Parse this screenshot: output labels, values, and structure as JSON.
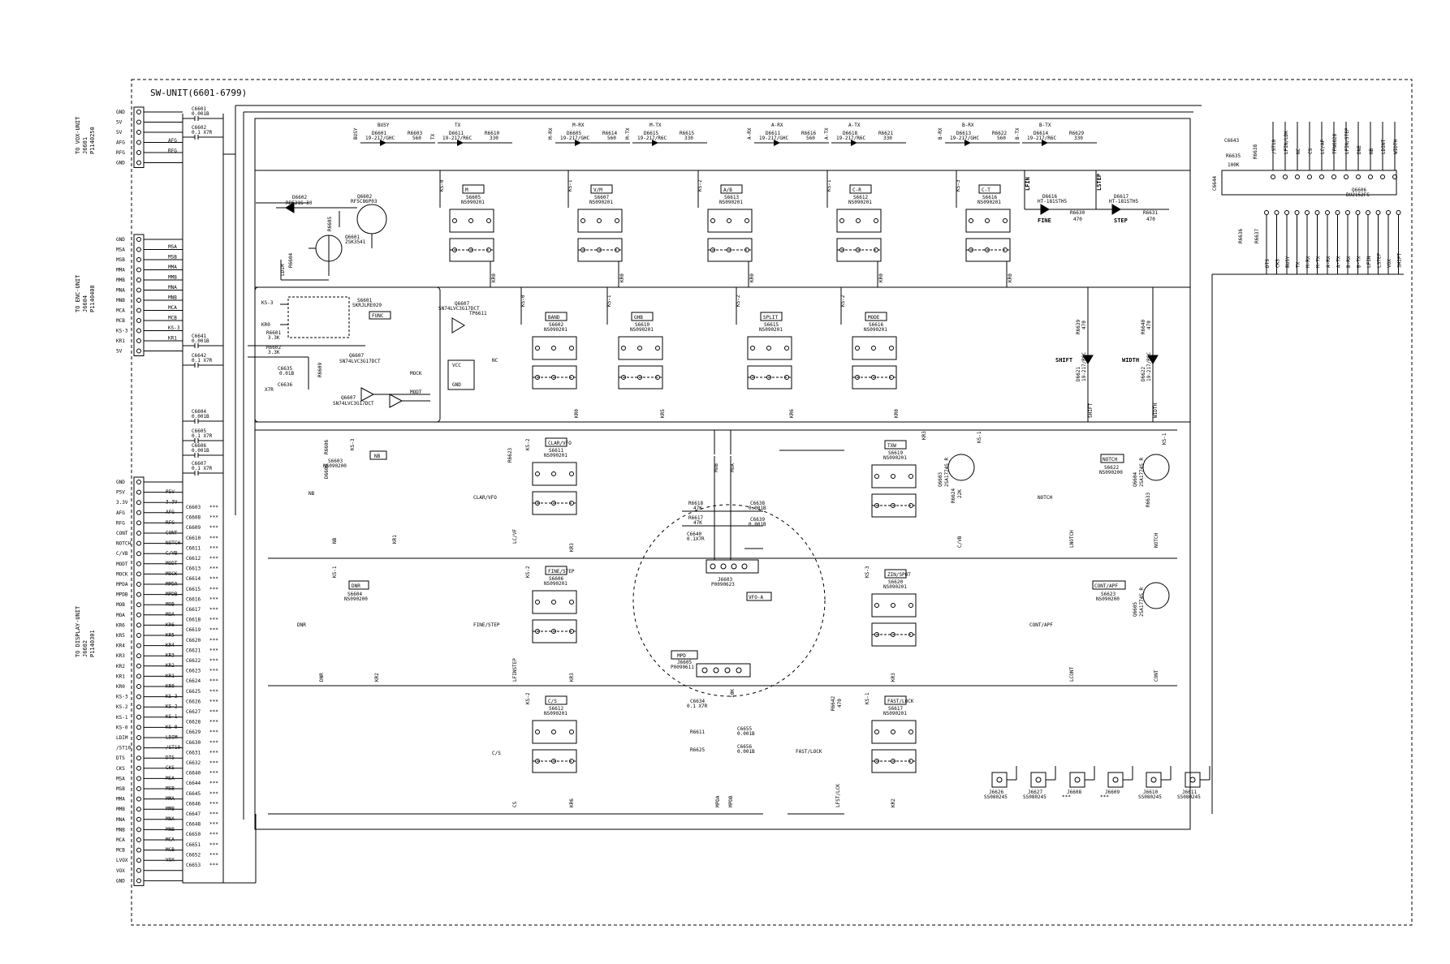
{
  "sheet": {
    "unit_title": "SW-UNIT(6601-6799)",
    "connectors": {
      "vox": {
        "label_lines": [
          "TO VOX-UNIT",
          "J6601",
          "P1140250"
        ],
        "pins": [
          "GND",
          "5V",
          "5V",
          "AFG",
          "RFG",
          "GND"
        ],
        "nets": [
          "AFG",
          "RFG"
        ]
      },
      "enc": {
        "label_lines": [
          "TO ENC-UNIT",
          "J6604",
          "P1140408"
        ],
        "pins": [
          "GND",
          "MSA",
          "MSB",
          "MMA",
          "MMB",
          "MNA",
          "MNB",
          "MCA",
          "MCB",
          "KS-3",
          "KR1",
          "5V"
        ],
        "nets": [
          "MSA",
          "MSB",
          "MMA",
          "MMB",
          "MNA",
          "MNB",
          "MCA",
          "MCB",
          "KS-3",
          "KR1"
        ]
      },
      "display": {
        "label_lines": [
          "TO DISPLAY-UNIT",
          "J6602",
          "P1140301"
        ],
        "pins": [
          "GND",
          "P5V",
          "3.3V",
          "AFG",
          "RFG",
          "CONT",
          "NOTCH",
          "C/VB",
          "MODT",
          "MOCK",
          "MPDA",
          "MPDB",
          "MOB",
          "MOA",
          "KR6",
          "KR5",
          "KR4",
          "KR3",
          "KR2",
          "KR1",
          "KR0",
          "KS-3",
          "KS-2",
          "KS-1",
          "KS-0",
          "LDIM",
          "/ST10",
          "DTS",
          "CKS",
          "MSA",
          "MSB",
          "MMA",
          "MMB",
          "MNA",
          "MNB",
          "MCA",
          "MCB",
          "LVOX",
          "VOX",
          "GND"
        ],
        "nets": [
          "P5V",
          "3.3V",
          "AFG",
          "RFG",
          "CONT",
          "NOTCH",
          "C/VB",
          "MODT",
          "MOCK",
          "MPDA",
          "MPDB",
          "MOB",
          "MOA",
          "KR6",
          "KR5",
          "KR4",
          "KR3",
          "KR2",
          "KR1",
          "KR0",
          "KS-3",
          "KS-2",
          "KS-1",
          "KS-0",
          "LDIM",
          "/ST10",
          "DTS",
          "CKS",
          "MSA",
          "MSB",
          "MMA",
          "MMB",
          "MNA",
          "MNB",
          "MCA",
          "MCB",
          "VOX"
        ],
        "caps": [
          "C6603",
          "C6608",
          "C6609",
          "C6610",
          "C6611",
          "C6612",
          "C6613",
          "C6614",
          "C6615",
          "C6616",
          "C6617",
          "C6618",
          "C6619",
          "C6620",
          "C6621",
          "C6622",
          "C6623",
          "C6624",
          "C6625",
          "C6626",
          "C6627",
          "C6628",
          "C6629",
          "C6630",
          "C6631",
          "C6632",
          "C6640",
          "C6644",
          "C6645",
          "C6646",
          "C6647",
          "C6648",
          "C6650",
          "C6651",
          "C6652",
          "C6653"
        ],
        "cap_value": "***"
      }
    },
    "side_caps": [
      {
        "ref": "C6601",
        "val": "0.001B"
      },
      {
        "ref": "C6602",
        "val": "0.1 X7R"
      },
      {
        "ref": "C6641",
        "val": "0.001B"
      },
      {
        "ref": "C6642",
        "val": "0.1 X7R"
      },
      {
        "ref": "C6604",
        "val": "0.001B"
      },
      {
        "ref": "C6605",
        "val": "0.1 X7R"
      },
      {
        "ref": "C6606",
        "val": "0.001B"
      },
      {
        "ref": "C6607",
        "val": "0.1 X7R"
      }
    ],
    "top_leds": [
      {
        "net": "BUSY",
        "label": "BUSY",
        "ref": "D6601",
        "part": "19-217/GHC",
        "res": "R6603",
        "res_val": "560"
      },
      {
        "net": "TX",
        "label": "TX",
        "ref": "D6611",
        "part": "19-217/R6C",
        "res": "R6610",
        "res_val": "330"
      },
      {
        "net": "M-RX",
        "label": "M-RX",
        "ref": "D6605",
        "part": "19-217/GHC",
        "res": "R6614",
        "res_val": "560"
      },
      {
        "net": "M-TX",
        "label": "M-TX",
        "ref": "D6615",
        "part": "19-217/R6C",
        "res": "R6615",
        "res_val": "330"
      },
      {
        "net": "A-RX",
        "label": "A-RX",
        "ref": "D6611",
        "part": "19-217/GHC",
        "res": "R6616",
        "res_val": "560"
      },
      {
        "net": "A-TX",
        "label": "A-TX",
        "ref": "D6618",
        "part": "19-217/R6C",
        "res": "R6621",
        "res_val": "330"
      },
      {
        "net": "B-RX",
        "label": "B-RX",
        "ref": "D6613",
        "part": "19-217/GHC",
        "res": "R6622",
        "res_val": "560"
      },
      {
        "net": "B-TX",
        "label": "B-TX",
        "ref": "D6614",
        "part": "19-217/R6C",
        "res": "R6629",
        "res_val": "330"
      }
    ],
    "row1_switches": [
      {
        "ks": "KS-0",
        "name": "M",
        "ref": "S6605",
        "part": "NS090201",
        "kr": "KR0"
      },
      {
        "ks": "KS-1",
        "name": "V/M",
        "ref": "S6607",
        "part": "NS090201",
        "kr": "KR0"
      },
      {
        "ks": "KS-2",
        "name": "A/B",
        "ref": "S6613",
        "part": "NS090201",
        "kr": "KR0"
      },
      {
        "ks": "KS-1",
        "name": "C-R",
        "ref": "S6612",
        "part": "NS090201",
        "kr": "KR0"
      },
      {
        "ks": "KS-3",
        "name": "C-T",
        "ref": "S6616",
        "part": "NS090201",
        "kr": "KR0"
      }
    ],
    "row1_misc": {
      "d6602": {
        "ref": "D6602",
        "part": "RB521S-30"
      },
      "q6602": {
        "ref": "Q6602",
        "part": "RF5C86P03"
      },
      "q6601": {
        "ref": "Q6601",
        "part": "2SK3541"
      },
      "r6605": "R6605",
      "r6604": "R6604",
      "ldim": "LDIM",
      "lfin": "LFIN",
      "lstep": "LSTEP",
      "fine": {
        "ref": "D6616",
        "part": "HT-181STH5",
        "label": "FINE",
        "res": "R6630",
        "val": "470"
      },
      "step": {
        "ref": "D6617",
        "part": "HT-181STH5",
        "label": "STEP",
        "res": "R6631",
        "val": "470"
      }
    },
    "ic6606": {
      "ref": "Q6606",
      "part": "BU2152FS",
      "top_pins": [
        "/ST10",
        "LFIN/LDK",
        "NC",
        "CS",
        "LC/AF",
        "TFN6628",
        "LFIN/STEP",
        "DNE",
        "NB",
        "LDINT",
        "WIDTH"
      ],
      "bottom_pins": [
        "DTS",
        "CKS",
        "BUSY",
        "TX",
        "M-RX",
        "M-TX",
        "A-RX",
        "A-TX",
        "B-RX",
        "B-TX",
        "LFIN",
        "LSTEP",
        "VOX",
        "SHIFT"
      ],
      "caps": [
        "C6643",
        "C6644"
      ],
      "res": [
        "R6635",
        "R6636",
        "R6637",
        "R6638"
      ],
      "res_val": "100K"
    },
    "row2": {
      "ks3": "KS-3",
      "kr0": "KR0",
      "s6601": {
        "ref": "S6601",
        "part": "SKRJLRE029",
        "label": "FUNC"
      },
      "r6601": {
        "ref": "R6601",
        "val": "3.3K"
      },
      "r6602": {
        "ref": "R6602",
        "val": "3.3K"
      },
      "c6635": {
        "ref": "C6635",
        "val": "0.01B"
      },
      "c6636": {
        "ref": "C6636",
        "val": "X7R"
      },
      "r6609": "R6609",
      "q6607a": {
        "ref": "Q6607",
        "part": "SN74LVC3G17DCT"
      },
      "q6607b": {
        "ref": "Q6607",
        "part": "SN74LVC3G17DCT"
      },
      "q6607c": {
        "ref": "Q6607",
        "part": "SN74LVC3G17DCT"
      },
      "tp6611": "TP6611",
      "vcc": "VCC",
      "gnd": "GND",
      "mock": "MOCK",
      "modt": "MODT",
      "nc": "NC",
      "switches": [
        {
          "ks": "KS-0",
          "name": "BAND",
          "ref": "S6602",
          "part": "NS090201",
          "kr": "KR0"
        },
        {
          "ks": "KS-1",
          "name": "GHB",
          "ref": "S6610",
          "part": "NS090201",
          "kr": "KR5"
        },
        {
          "ks": "KS-2",
          "name": "SPLIT",
          "ref": "S6615",
          "part": "NS090201",
          "kr": "KR6"
        },
        {
          "ks": "KS-2",
          "name": "MODE",
          "ref": "S6616",
          "part": "NS090201",
          "kr": "KR0"
        }
      ],
      "shift": {
        "label": "SHIFT",
        "ref": "D6621",
        "part": "19-217/R6C",
        "res": "R6639",
        "val": "470"
      },
      "width": {
        "label": "WIDTH",
        "ref": "D6622",
        "part": "19-217/R6C",
        "res": "R6640",
        "val": "470"
      }
    },
    "row3": {
      "nb": {
        "ks": "KS-3",
        "name": "NB",
        "ref": "S6603",
        "part": "NS090200",
        "led": "D6606",
        "led_part": "19-217/R6C",
        "res": "R6606",
        "kr": "KR1"
      },
      "clarvfo": {
        "ks": "KS-2",
        "name": "CLAR/VFO",
        "ref": "S6611",
        "part": "NS090201",
        "kr": "KR3",
        "res": "R6623",
        "led_label": "CLAR/VFO",
        "net": "LC/VF"
      },
      "vr": {
        "r6618": "R6618",
        "r6618v": "47K",
        "r6617": "R6617",
        "r6617v": "47K",
        "c6640": "C6640",
        "c6640v": "0.1X7R",
        "c6638": "C6638",
        "c6638v": "0.001B",
        "c6639": "C6639",
        "c6639v": "0.001B",
        "mob": "MOB",
        "moa": "MOA",
        "j6603": "J6603",
        "j6603p": "P0090623",
        "vfo": "VFO-A"
      },
      "txw": {
        "name": "TXW",
        "ref": "S6619",
        "part": "NS090201",
        "kr": "KR3",
        "ks": "KS-1",
        "q": "Q6603",
        "q_part": "2SA1774S_R",
        "res": "R6624",
        "res_val": "22K"
      },
      "notch": {
        "name": "NOTCH",
        "ref": "S6622",
        "part": "NS090200",
        "led_label": "NOTCH",
        "net": "LNOTCH",
        "q": "Q6604",
        "q_part": "2SA1774S_R",
        "res": "R6633",
        "ks": "KS-1"
      },
      "cvb": "C/VB"
    },
    "row4": {
      "dnr": {
        "ks": "KS-1",
        "name": "DNR",
        "ref": "S6604",
        "part": "NS090200",
        "led_label": "DNR",
        "kr": "KR2"
      },
      "finestep": {
        "ks": "KS-2",
        "name": "FINE/STEP",
        "ref": "S6606",
        "part": "NS090201",
        "led_label": "FINE/STEP",
        "net": "LFINSTEP",
        "kr": "KR3"
      },
      "zin": {
        "ks": "KS-3",
        "name": "ZIN/SPOT",
        "ref": "S6620",
        "part": "NS090201",
        "kr": "KR3"
      },
      "contapf": {
        "name": "CONT/APF",
        "ref": "S6623",
        "part": "NS090200",
        "led_label": "CONT/APF",
        "net": "LCONT",
        "q": "Q6605",
        "q_part": "2SA1774S_R",
        "net2": "CONT"
      },
      "mpd": {
        "label": "MPD",
        "ref": "J6605",
        "part": "P0090611"
      }
    },
    "row5": {
      "cs": {
        "ks": "KS-2",
        "name": "C/S",
        "ref": "S6612",
        "part": "NS090201",
        "led_label": "C/S",
        "kr": "KR6",
        "net": "CS"
      },
      "mpd_parts": {
        "c6634": "C6634",
        "c6634v": "0.1 X7R",
        "r6611": "R6611",
        "r6625": "R6625",
        "c6655": "C6655",
        "c6655v": "0.001B",
        "c6656": "C6656",
        "c6656v": "0.001B",
        "r10k": "10K",
        "mpda": "MPDA",
        "mpdb": "MPDB"
      },
      "fastlock": {
        "ks": "KS-1",
        "name": "FAST/LOCK",
        "ref": "S6617",
        "part": "NS090201",
        "led_label": "FAST/LOCK",
        "net": "LFST/LCK",
        "kr": "KR2",
        "res": "R6642",
        "res_val": "470"
      }
    },
    "jumpers": [
      {
        "ref": "J6626",
        "part": "SS080245"
      },
      {
        "ref": "J6627",
        "part": "SS080245"
      },
      {
        "ref": "J6608",
        "part": "***"
      },
      {
        "ref": "J6609",
        "part": "***"
      },
      {
        "ref": "J6610",
        "part": "SS080245"
      },
      {
        "ref": "J6611",
        "part": "SS080245"
      }
    ]
  }
}
